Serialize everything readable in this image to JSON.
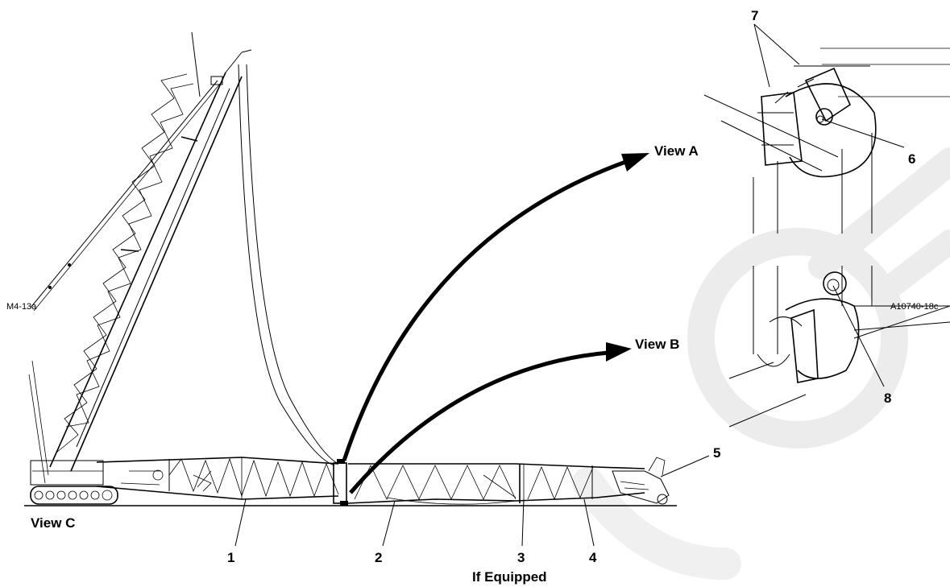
{
  "figure": {
    "ref_left": "M4-13a",
    "ref_right": "A10740-18c",
    "views": {
      "a": "View A",
      "b": "View B",
      "c": "View C"
    },
    "callouts": {
      "c1": "1",
      "c2": "2",
      "c3": "3",
      "c3_note": "If Equipped",
      "c4": "4",
      "c5": "5",
      "c6": "6",
      "c7": "7",
      "c8": "8"
    },
    "colors": {
      "line": "#000000",
      "watermark": "#ececec"
    }
  }
}
